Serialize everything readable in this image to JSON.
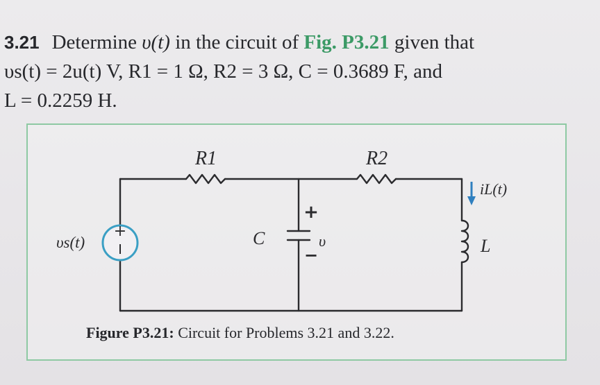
{
  "problem": {
    "number": "3.21",
    "line1_before": "Determine ",
    "line1_var": "υ(t)",
    "line1_mid": " in the circuit of ",
    "fig_ref": "Fig. P3.21",
    "line1_after": " given that",
    "line2": "υs(t) = 2u(t) V,  R1 = 1 Ω,  R2 = 3 Ω,  C = 0.3689 F, and",
    "line3": "L = 0.2259 H."
  },
  "figure": {
    "labels": {
      "r1": "R1",
      "r2": "R2",
      "c": "C",
      "l": "L",
      "source": "υs(t)",
      "v": "υ",
      "il": "iL(t)",
      "plus": "+",
      "minus": "−"
    },
    "caption_label": "Figure P3.21:",
    "caption_text": " Circuit for Problems 3.21 and 3.22."
  },
  "colors": {
    "wire": "#2b2b2e",
    "source_ring": "#3a9fc4",
    "arrow": "#2f7fbf",
    "frame": "#8ec9a3",
    "fig_ref": "#3c9a66"
  }
}
